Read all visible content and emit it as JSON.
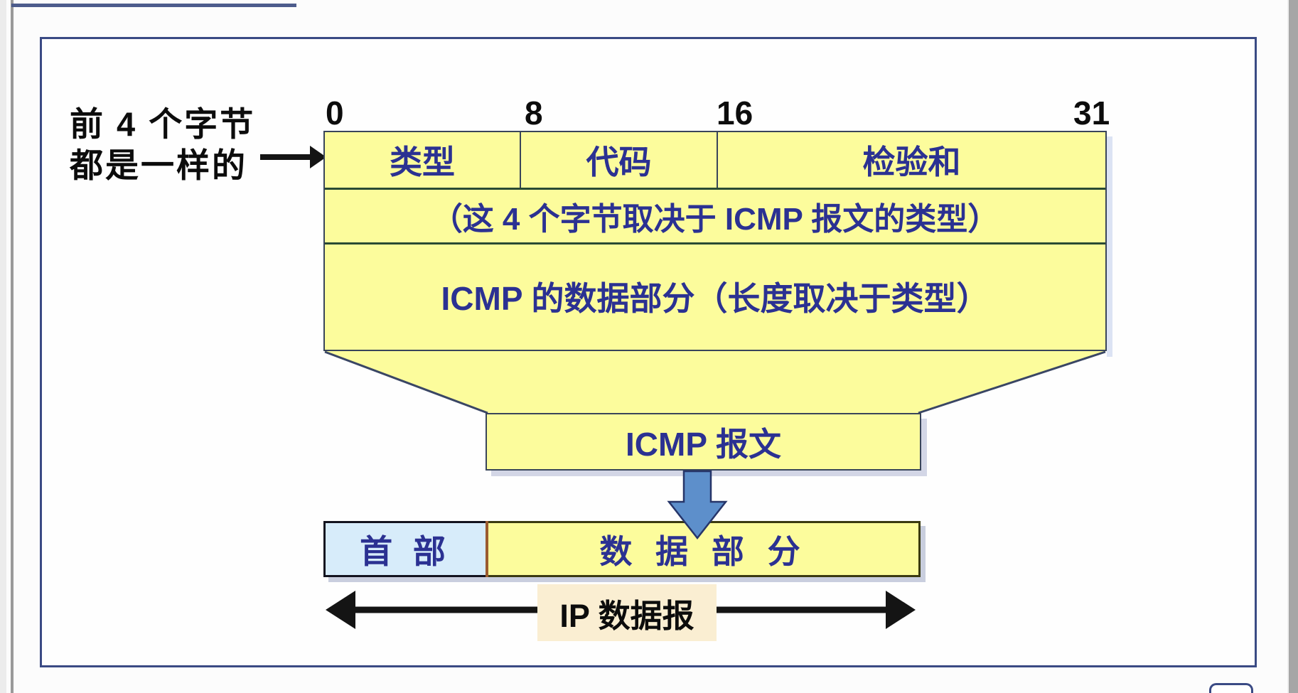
{
  "slide": {
    "annotation": {
      "line1": "前 4 个字节",
      "line2": "都是一样的"
    },
    "bit_scale": {
      "labels": [
        "0",
        "8",
        "16",
        "31"
      ]
    },
    "icmp_packet_table": {
      "header_cells": [
        "类型",
        "代码",
        "检验和"
      ],
      "row2_text": "（这 4 个字节取决于 ICMP 报文的类型）",
      "row3_text": "ICMP 的数据部分（长度取决于类型）"
    },
    "icmp_message_box": {
      "label": "ICMP 报文"
    },
    "ip_datagram_bar": {
      "header_label": "首 部",
      "data_label": "数 据 部 分"
    },
    "ip_datagram_caption": "IP 数据报",
    "colors": {
      "cell_yellow": "#fcfc9c",
      "header_cell_blue": "#d7ecfa",
      "caption_cream": "#faeed2",
      "text_navy": "#2b3192",
      "down_arrow_blue": "#5d8fcb",
      "slide_frame_border": "#3a4a84",
      "bar_divider_brown": "#9a5b2f",
      "arrow_black": "#141414"
    }
  }
}
